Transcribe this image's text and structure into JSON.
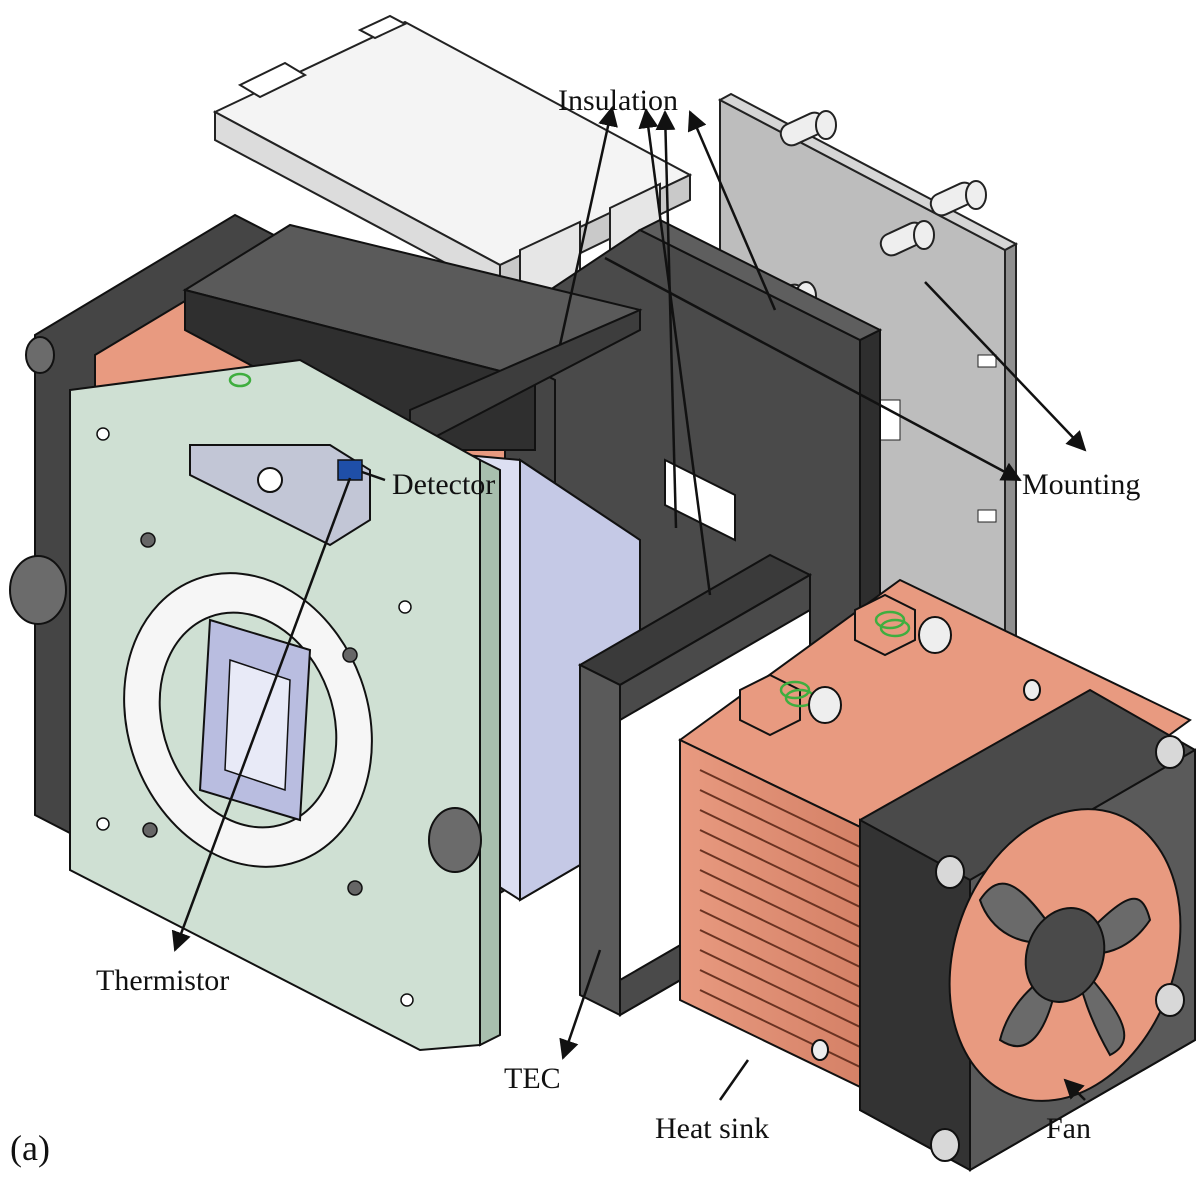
{
  "figure": {
    "panel_label": "(a)",
    "labels": {
      "insulation": "Insulation",
      "detector": "Detector",
      "mounting": "Mounting",
      "thermistor": "Thermistor",
      "tec": "TEC",
      "heat_sink": "Heat sink",
      "fan": "Fan"
    },
    "colors": {
      "green_plate": "#cfe0d3",
      "copper": "#e79a7f",
      "dark_insulation": "#4a4a4a",
      "light_parts": "#f0f0f0",
      "mounting_plate": "#b9b9b9",
      "thermistor": "#1f4fa8",
      "detector_body": "#dcdff2",
      "fan_frame": "#4a4a4a"
    }
  }
}
